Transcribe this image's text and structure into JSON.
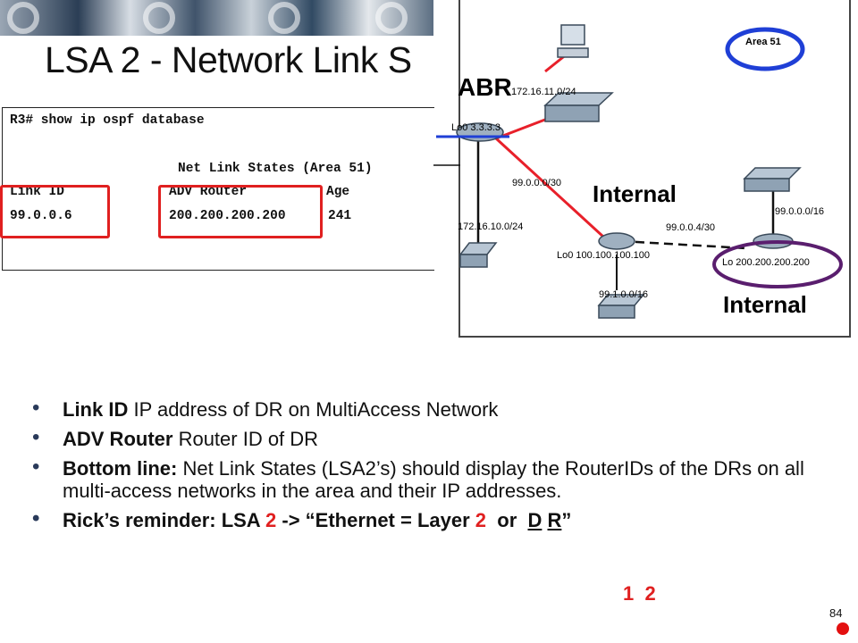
{
  "slide": {
    "title": "LSA 2 - Network Link S",
    "page_number": "84"
  },
  "cli": {
    "command": "R3# show ip ospf database",
    "section_header": "Net Link States (Area 51)",
    "col_link_id": "Link ID",
    "col_adv_router": "ADV Router",
    "col_age": "Age",
    "row_link_id": "99.0.0.6",
    "row_adv_router": "200.200.200.200",
    "row_age": "241"
  },
  "diagram": {
    "area_label": "Area 51",
    "abr_label": "ABR",
    "internal_label_1": "Internal",
    "internal_label_2": "Internal",
    "net_172_16_11": "172.16.11.0/24",
    "lo0_abr": "Lo0 3.3.3.3",
    "net_99_0_0_0_30": "99.0.0.0/30",
    "net_172_16_10": "172.16.10.0/24",
    "net_99_0_0_4_30": "99.0.0.4/30",
    "net_99_0_0_0_16": "99.0.0.0/16",
    "lo0_internal1": "Lo0 100.100.100.100",
    "lo0_internal2": "Lo 200.200.200.200",
    "net_99_1_0_0_16": "99.1.0.0/16",
    "colors": {
      "link_red": "#e8202a",
      "link_black": "#111111",
      "highlight_blue": "#1f3fd6",
      "highlight_purple": "#5a1e6e",
      "device_gray": "#9fb0c0"
    }
  },
  "bullets": {
    "b1_term": "Link ID",
    "b1_text": " IP address of DR on MultiAccess Network",
    "b2_term": "ADV Router",
    "b2_text": " Router ID of DR",
    "b3_term": "Bottom line:",
    "b3_text": " Net Link States (LSA2’s) should display the RouterIDs of the DRs on all multi-access networks in the area and their IP addresses.",
    "b4_p1": "Rick’s reminder: LSA ",
    "b4_two1": "2",
    "b4_p2": " -> “Ethernet = Layer ",
    "b4_two2": "2",
    "b4_p3": "  or  ",
    "b4_d": "D",
    "b4_space": " ",
    "b4_r": "R",
    "b4_end": "”",
    "num_1": "1",
    "num_2": "2",
    "bullet_symbol": "•"
  }
}
